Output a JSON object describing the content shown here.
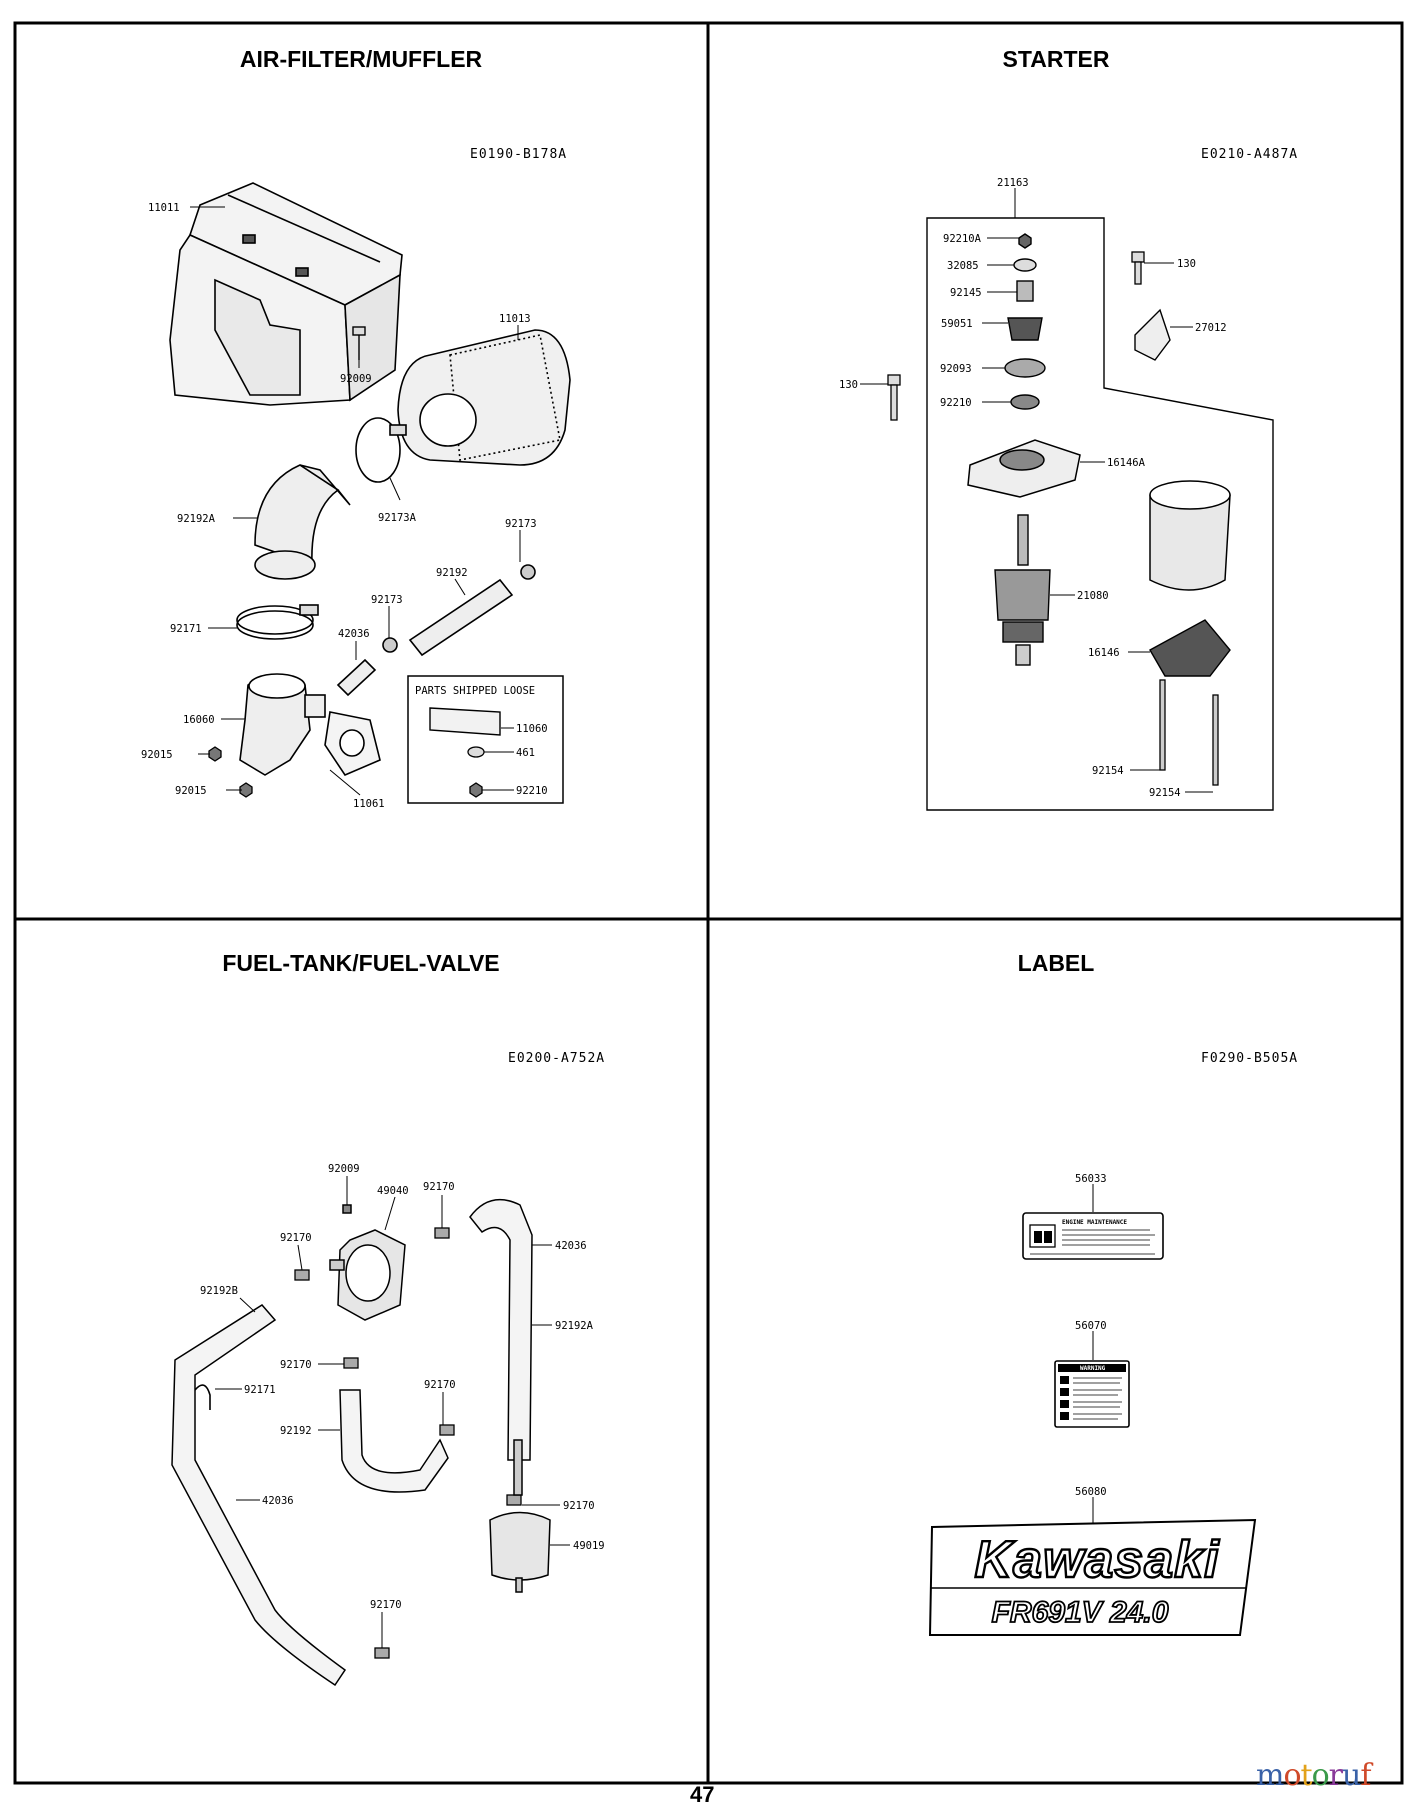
{
  "page_number": "47",
  "watermark": "motoruf",
  "sections": {
    "air_filter_muffler": {
      "title": "AIR-FILTER/MUFFLER",
      "code": "E0190-B178A",
      "parts_shipped_loose": "PARTS SHIPPED LOOSE",
      "labels": [
        "11011",
        "92009",
        "11013",
        "92173A",
        "92192A",
        "92173",
        "92192",
        "92173",
        "42036",
        "92171",
        "16060",
        "92015",
        "92015",
        "11061",
        "11060",
        "461",
        "92210"
      ]
    },
    "starter": {
      "title": "STARTER",
      "code": "E0210-A487A",
      "labels": [
        "21163",
        "92210A",
        "32085",
        "92145",
        "59051",
        "92093",
        "92210",
        "130",
        "27012",
        "130",
        "16146A",
        "21080",
        "16146",
        "92154",
        "92154"
      ]
    },
    "fuel_tank_fuel_valve": {
      "title": "FUEL-TANK/FUEL-VALVE",
      "code": "E0200-A752A",
      "labels": [
        "92009",
        "49040",
        "92170",
        "42036",
        "92170",
        "92192B",
        "92192A",
        "92170",
        "92171",
        "92170",
        "92192",
        "42036",
        "92170",
        "49019",
        "92170"
      ]
    },
    "label": {
      "title": "LABEL",
      "code": "F0290-B505A",
      "labels": [
        "56033",
        "56070",
        "56080"
      ],
      "decal_maintenance": "ENGINE MAINTENANCE",
      "decal_warning": "WARNING",
      "decal_brand": "Kawasaki",
      "decal_model": "FR691V 24.0"
    }
  },
  "colors": {
    "line": "#000000",
    "fill_light": "#f2f2f2",
    "fill_mid": "#d9d9d9",
    "fill_dark": "#555555",
    "watermark": [
      "#3a62a8",
      "#d04a2a",
      "#e2a21a",
      "#3a9a4a",
      "#8a3a9a",
      "#3a62a8",
      "#d04a2a"
    ]
  }
}
